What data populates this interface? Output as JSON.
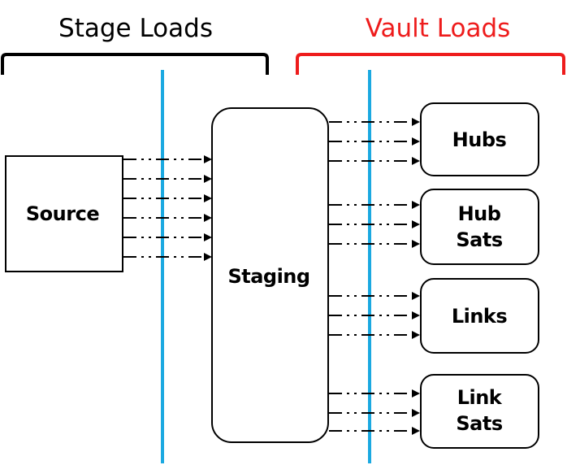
{
  "titles": {
    "stage": "Stage Loads",
    "vault": "Vault Loads"
  },
  "boxes": {
    "source": "Source",
    "staging": "Staging",
    "hubs": "Hubs",
    "hub_sats": [
      "Hub",
      "Sats"
    ],
    "links": "Links",
    "link_sats": [
      "Link",
      "Sats"
    ]
  },
  "colors": {
    "stage": "#000000",
    "vault": "#ee1c1c",
    "divider": "#1ba9e1"
  }
}
